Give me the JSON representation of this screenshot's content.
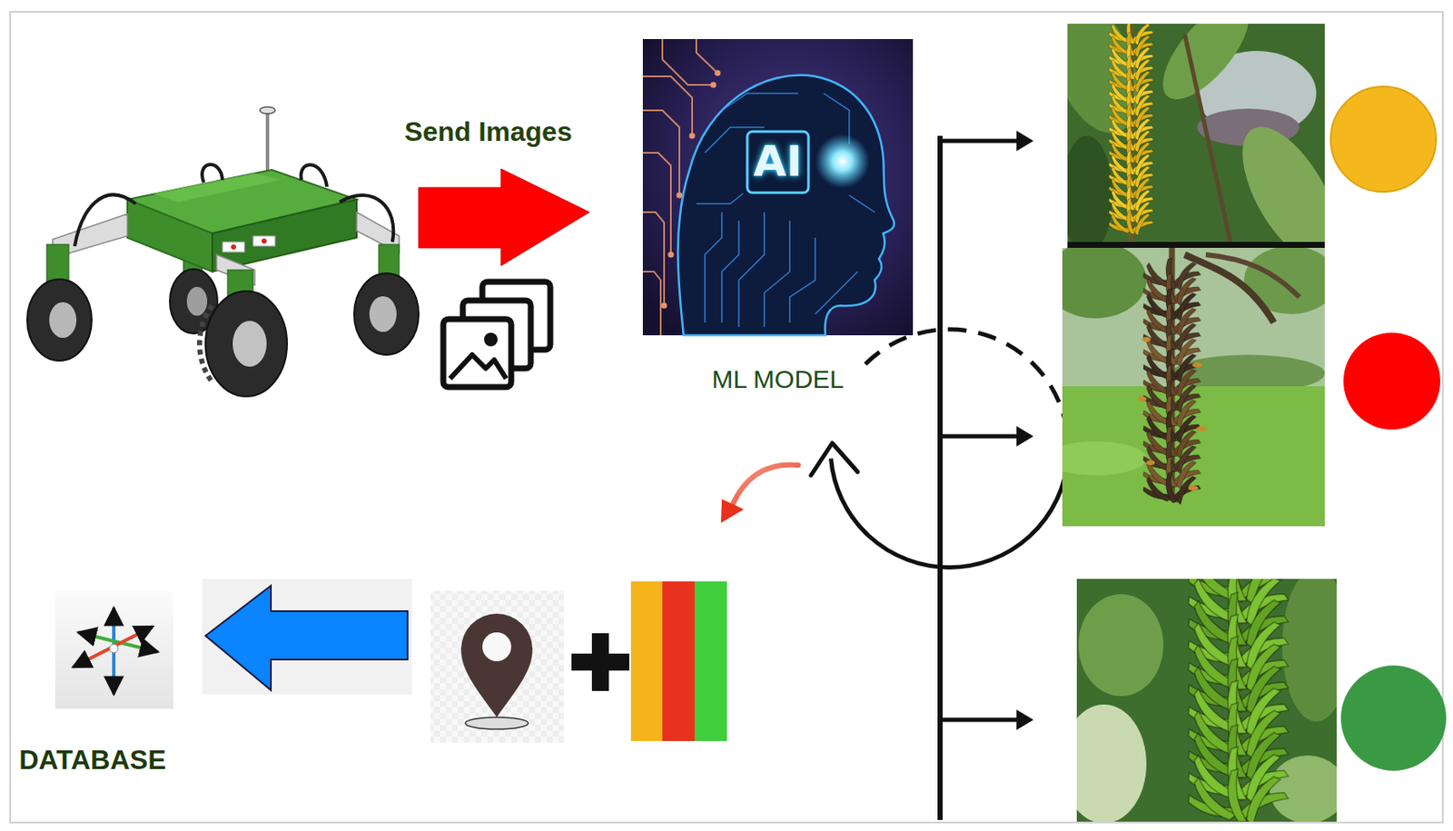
{
  "diagram": {
    "nodes": [
      {
        "text": [
          "AI",
          "ML MODEL"
        ]
      },
      {
        "text": [
          "DATABASE"
        ]
      }
    ],
    "labels": [
      "Send Images"
    ]
  }
}
